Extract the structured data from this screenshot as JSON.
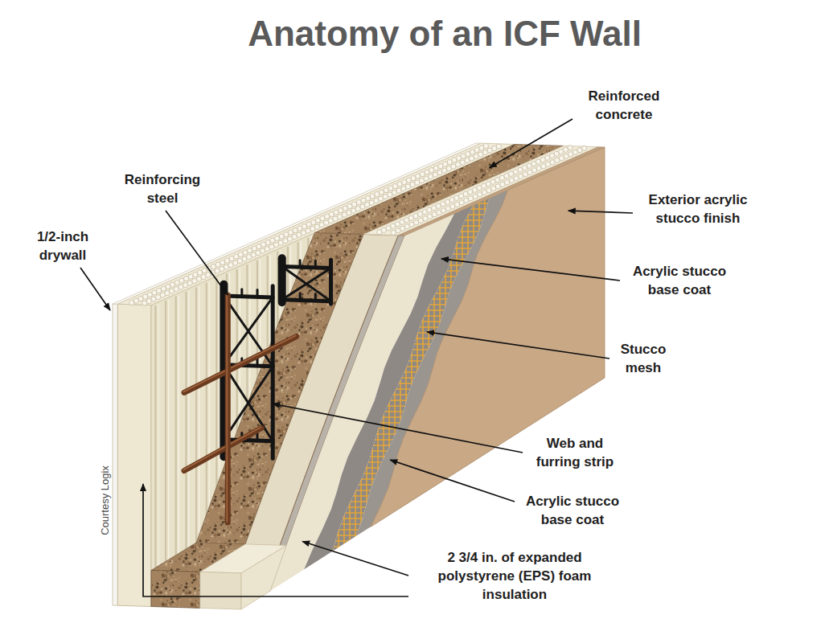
{
  "diagram": {
    "title": "Anatomy of an ICF Wall",
    "labels": [
      "Reinforced concrete",
      "Reinforcing steel",
      "Exterior acrylic stucco finish",
      "1/2-inch drywall",
      "Acrylic stucco base coat",
      "Stucco mesh",
      "Web and furring strip",
      "Acrylic stucco base coat",
      "Courtesy Logix",
      "2 3/4 in. of expanded polystyrene (EPS) foam insulation"
    ]
  }
}
